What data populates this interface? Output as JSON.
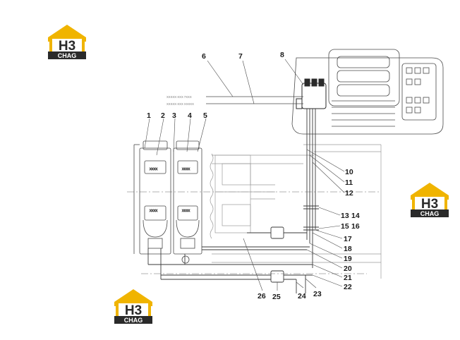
{
  "logo": {
    "mark_text": "H3",
    "word_text": "CHAG",
    "colors": {
      "roof": "#f0b400",
      "dark": "#2a2a2a",
      "white": "#ffffff"
    }
  },
  "diagram": {
    "line_color": "#4a4a4a",
    "faint_color": "#9a9a9a",
    "pipe_labels": [
      "XXXXX-XXX 7XXX",
      "XXXXX-XXX XXXXX"
    ],
    "callouts": [
      "1",
      "2",
      "3",
      "4",
      "5",
      "6",
      "7",
      "8",
      "10",
      "11",
      "12",
      "13",
      "14",
      "15",
      "16",
      "17",
      "18",
      "19",
      "20",
      "21",
      "22",
      "23",
      "24",
      "25",
      "26"
    ]
  }
}
